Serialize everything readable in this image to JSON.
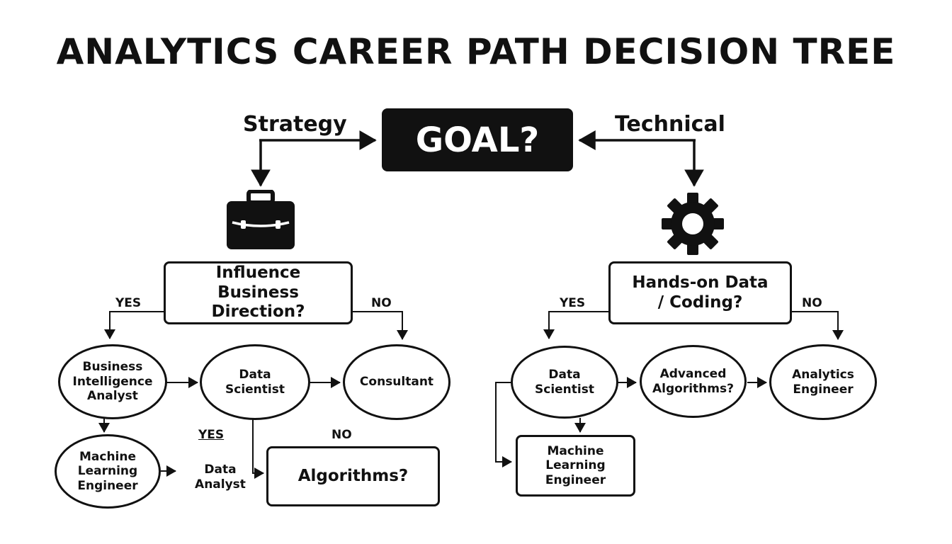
{
  "title": "ANALYTICS CAREER PATH DECISION TREE",
  "goal": "GOAL?",
  "branches": {
    "left": "Strategy",
    "right": "Technical"
  },
  "icons": {
    "left": "briefcase-icon",
    "right": "gear-icon"
  },
  "left": {
    "question": "Influence Business Direction?",
    "yes": "YES",
    "no": "NO",
    "nodes": {
      "bi_analyst": "Business Intelligence Analyst",
      "data_scientist": "Data Scientist",
      "consultant": "Consultant",
      "ml_engineer": "Machine Learning Engineer",
      "data_analyst": "Data Analyst",
      "algorithms": "Algorithms?"
    },
    "sub_yes": "YES",
    "sub_no": "NO"
  },
  "right": {
    "question": "Hands-on Data / Coding?",
    "yes": "YES",
    "no": "NO",
    "nodes": {
      "data_scientist": "Data Scientist",
      "advanced_algorithms": "Advanced Algorithms?",
      "analytics_engineer": "Analytics Engineer",
      "ml_engineer": "Machine Learning Engineer"
    }
  },
  "colors": {
    "ink": "#111111",
    "background": "#ffffff"
  }
}
